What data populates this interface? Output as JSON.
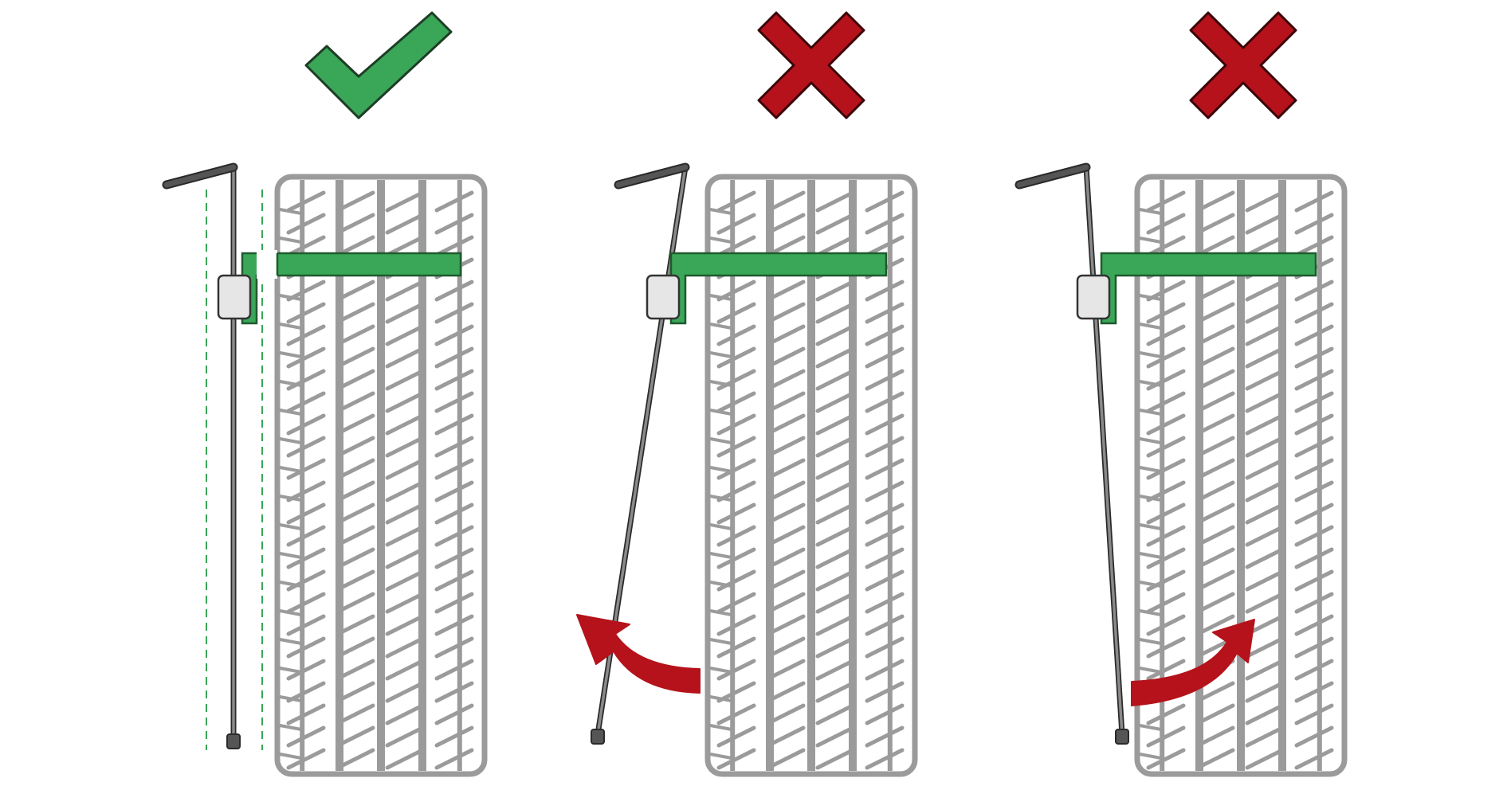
{
  "colors": {
    "background": "#ffffff",
    "tire": "#9b9b9b",
    "tire_tread": "#bdbdbd",
    "gauge_bar": "#3aa657",
    "gauge_outline": "#1e5a2e",
    "rod": "#8a8a8a",
    "rod_outline": "#2a2a2a",
    "handle": "#555555",
    "clamp": "#e6e6e6",
    "check": "#3aa657",
    "cross": "#b5121b",
    "arrow": "#b5121b",
    "guide_line": "#3aa657"
  },
  "panels": [
    {
      "id": "correct",
      "verdict": "correct",
      "verdict_icon": "check-icon",
      "rod_tilt": "vertical",
      "arrow": "none"
    },
    {
      "id": "tilted-out",
      "verdict": "incorrect",
      "verdict_icon": "cross-icon",
      "rod_tilt": "bottom-out",
      "arrow": "rotate-outward"
    },
    {
      "id": "tilted-in",
      "verdict": "incorrect",
      "verdict_icon": "cross-icon",
      "rod_tilt": "bottom-in",
      "arrow": "rotate-inward"
    }
  ]
}
